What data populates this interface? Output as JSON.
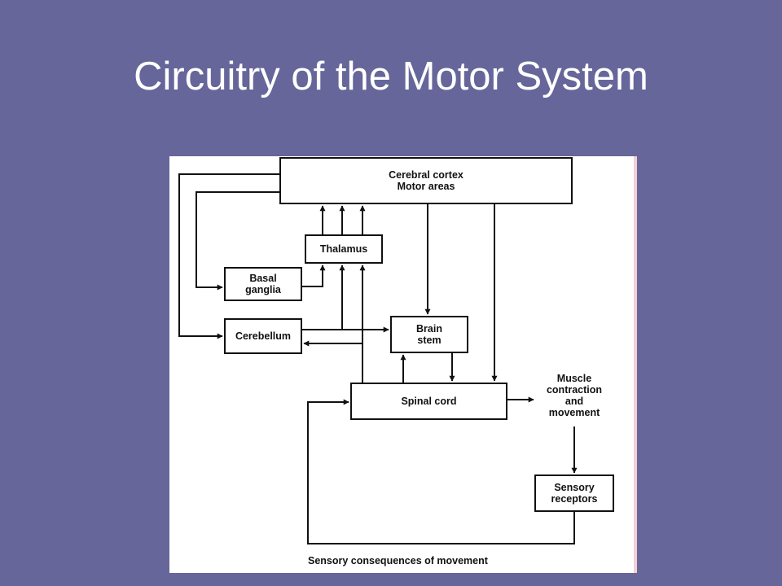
{
  "slide": {
    "title": "Circuitry of the Motor System",
    "background_color": "#66669a"
  },
  "diagram": {
    "nodes": {
      "cortex": "Cerebral cortex\nMotor areas",
      "thalamus": "Thalamus",
      "basal": "Basal\nganglia",
      "cerebellum": "Cerebellum",
      "brainstem": "Brain\nstem",
      "spinal": "Spinal cord",
      "receptors": "Sensory\nreceptors"
    },
    "labels": {
      "muscle": "Muscle\ncontraction\nand\nmovement",
      "feedback": "Sensory consequences of movement"
    }
  }
}
